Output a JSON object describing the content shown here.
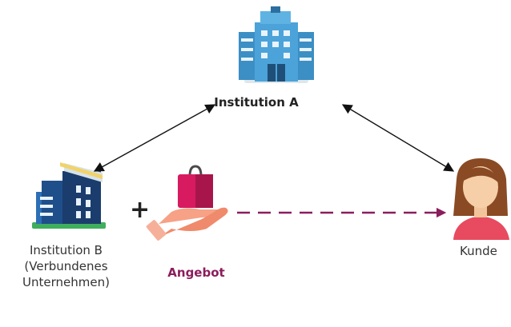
{
  "nodes": {
    "institution_a": "Institution A",
    "institution_b": [
      "Institution B",
      "(Verbundenes",
      "Unternehmen)"
    ],
    "offer": "Angebot",
    "customer": "Kunde"
  },
  "operator": "+",
  "colors": {
    "offer_text": "#8b1d5c",
    "dashed_arrow": "#8b1d5c",
    "arrow": "#111111",
    "text": "#333333"
  },
  "icons": {
    "institution_a": "office-building-icon",
    "institution_b": "affiliated-building-icon",
    "offer": "hand-with-shopping-bag-icon",
    "customer": "woman-avatar-icon"
  }
}
